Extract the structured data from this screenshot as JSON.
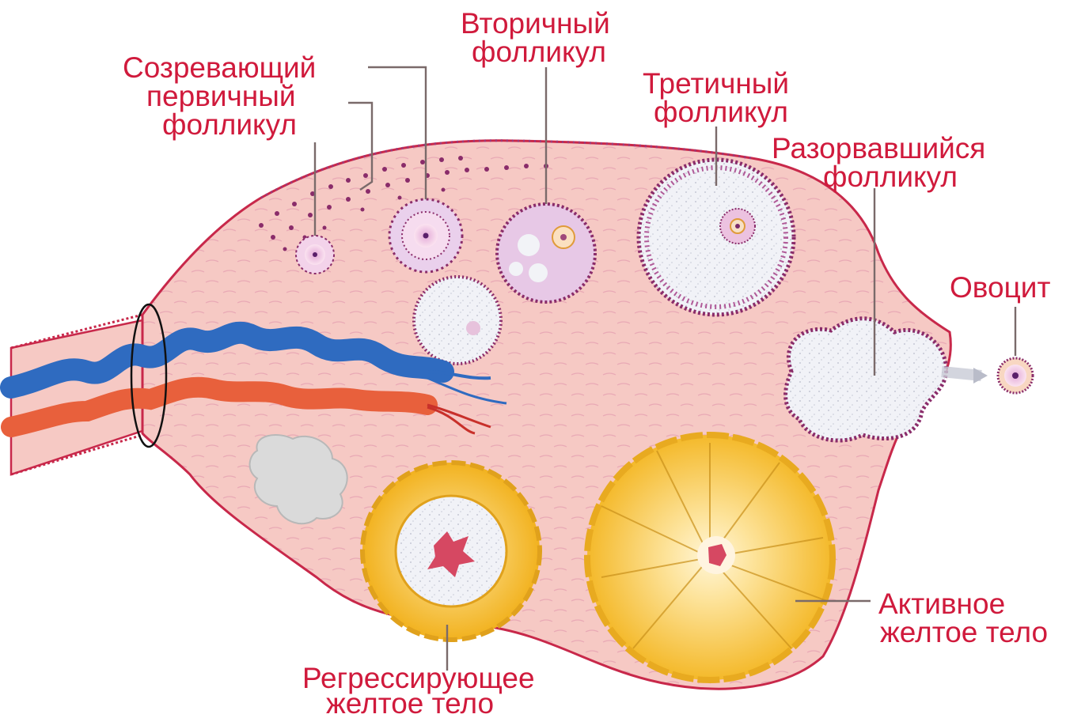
{
  "labels": {
    "maturing_primary": [
      "Созревающий",
      "первичный",
      "фолликул"
    ],
    "secondary": [
      "Вторичный",
      "фолликул"
    ],
    "tertiary": [
      "Третичный",
      "фолликул"
    ],
    "ruptured": [
      "Разорвавшийся",
      "фолликул"
    ],
    "oocyte": [
      "Овоцит"
    ],
    "active_corpus": [
      "Активное",
      "желтое тело"
    ],
    "regressing_corpus": [
      "Регрессирующее",
      "желтое тело"
    ]
  },
  "colors": {
    "label_text": "#d01a3c",
    "ovary_fill": "#f6c9c4",
    "ovary_edge": "#c8284a",
    "granulosa_dots": "#8a2c6a",
    "antrum": "#f2f3f7",
    "vein": "#2f6bc0",
    "artery": "#e8603c",
    "corpus_luteum": "#f5c43a",
    "corpus_albicans": "#d8d8d8"
  }
}
